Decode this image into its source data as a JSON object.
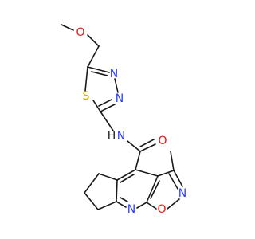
{
  "colors": {
    "background": "#ffffff",
    "bond": "#1a1a1a",
    "oxygen": "#e01b1b",
    "nitrogen": "#2a3cff",
    "sulfur": "#c8b000",
    "hydrogen": "#1a1a1a"
  },
  "labels": {
    "methoxy_O": "O",
    "thiadiazole_S": "S",
    "thiadiazole_N1": "N",
    "thiadiazole_N2": "N",
    "amide_N": "N",
    "amide_H": "H",
    "carbonyl_O": "O",
    "isoxazole_N": "N",
    "isoxazole_O": "O",
    "pyridine_N": "N"
  }
}
